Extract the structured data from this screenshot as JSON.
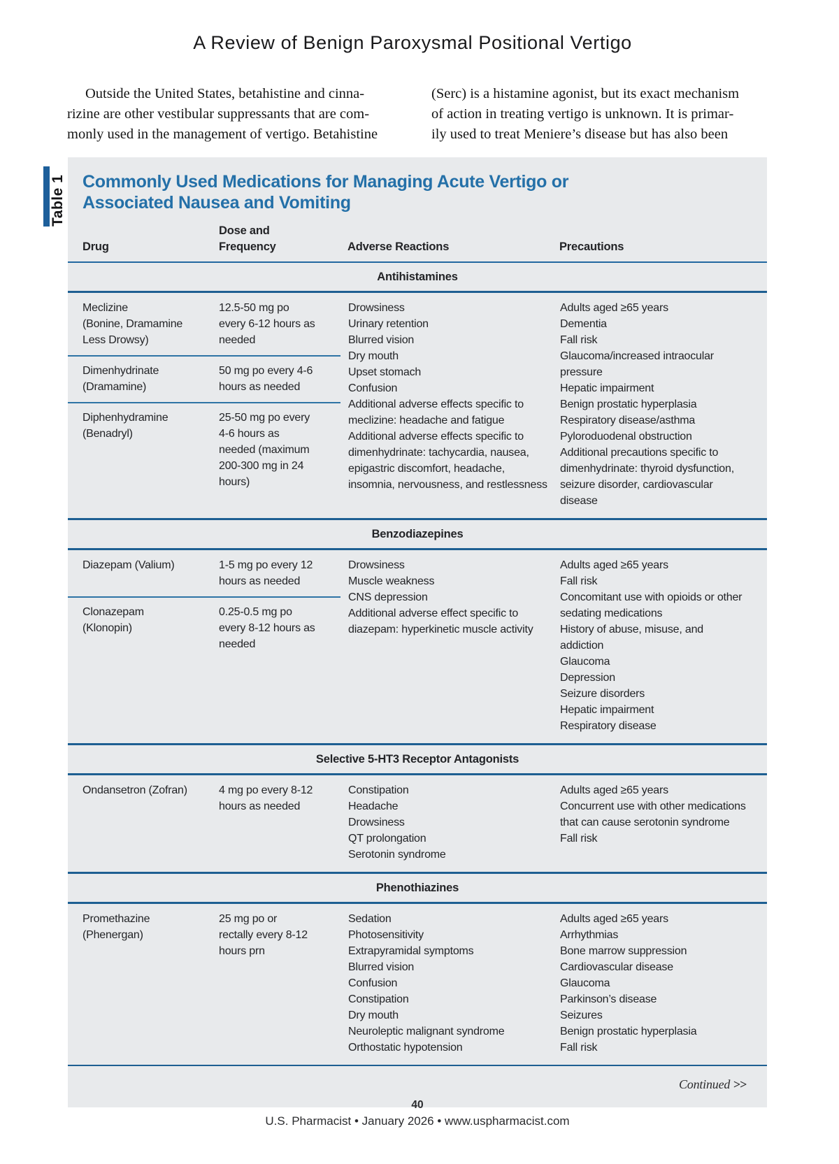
{
  "doc": {
    "title": "A Review of Benign Paroxysmal Positional Vertigo",
    "intro": {
      "left": [
        "Outside the United States, betahistine and cinna-",
        "rizine are other vestibular suppressants that are com-",
        "monly used in the management of vertigo. Betahistine"
      ],
      "right": [
        "(Serc) is a histamine agonist, but its exact mechanism",
        "of action in treating vertigo is unknown. It is primar-",
        "ily used to treat Meniere’s disease but has also been"
      ]
    },
    "footer": {
      "page_number": "40",
      "credit": "U.S. Pharmacist • January 2026 • www.uspharmacist.com"
    }
  },
  "table": {
    "label": "Table 1",
    "title": "Commonly Used Medications for Managing Acute Vertigo or Associated Nausea and Vomiting",
    "columns": [
      "Drug",
      "Dose and Frequency",
      "Adverse Reactions",
      "Precautions"
    ],
    "continued": "Continued",
    "continued_arrows": ">>",
    "colors": {
      "table_background": "#e8eaec",
      "accent_blue": "#2470a8",
      "rule_blue": "#1e5f92"
    },
    "sections": [
      {
        "name": "Antihistamines",
        "drugs": [
          {
            "name_lines": [
              "Meclizine",
              "(Bonine, Dramamine",
              "Less Drowsy)"
            ],
            "dose_lines": [
              "12.5-50 mg po",
              "every 6-12 hours as",
              "needed"
            ]
          },
          {
            "name_lines": [
              "Dimenhydrinate",
              "(Dramamine)"
            ],
            "dose_lines": [
              "50 mg po every 4-6",
              "hours as needed"
            ]
          },
          {
            "name_lines": [
              "Diphenhydramine",
              "(Benadryl)"
            ],
            "dose_lines": [
              "25-50 mg po every",
              "4-6 hours as",
              "needed (maximum",
              "200-300 mg in 24",
              "hours)"
            ]
          }
        ],
        "adverse": [
          "Drowsiness",
          "Urinary retention",
          "Blurred vision",
          "Dry mouth",
          "Upset stomach",
          "Confusion",
          "Additional adverse effects specific to meclizine: headache and fatigue",
          "Additional adverse effects specific to dimenhydrinate: tachycardia, nausea, epigastric discomfort, headache, insomnia, nervousness, and restlessness"
        ],
        "precautions": [
          "Adults aged ≥65 years",
          "Dementia",
          "Fall risk",
          "Glaucoma/increased intraocular pressure",
          "Hepatic impairment",
          "Benign prostatic hyperplasia",
          "Respiratory disease/asthma",
          "Pyloroduodenal obstruction",
          "Additional precautions specific to dimenhydrinate: thyroid dysfunction, seizure disorder, cardiovascular disease"
        ]
      },
      {
        "name": "Benzodiazepines",
        "drugs": [
          {
            "name_lines": [
              "Diazepam (Valium)"
            ],
            "dose_lines": [
              "1-5 mg po every 12",
              "hours as needed"
            ]
          },
          {
            "name_lines": [
              "Clonazepam",
              "(Klonopin)"
            ],
            "dose_lines": [
              "0.25-0.5 mg po",
              "every 8-12 hours as",
              "needed"
            ]
          }
        ],
        "adverse": [
          "Drowsiness",
          "Muscle weakness",
          "CNS depression",
          "Additional adverse effect specific to diazepam: hyperkinetic muscle activity"
        ],
        "precautions": [
          "Adults aged ≥65 years",
          "Fall risk",
          "Concomitant use with opioids or other sedating medications",
          "History of abuse, misuse, and addiction",
          "Glaucoma",
          "Depression",
          "Seizure disorders",
          "Hepatic impairment",
          "Respiratory disease"
        ]
      },
      {
        "name": "Selective 5-HT3 Receptor Antagonists",
        "drugs": [
          {
            "name_lines": [
              "Ondansetron (Zofran)"
            ],
            "dose_lines": [
              "4 mg po every 8-12",
              "hours as needed"
            ]
          }
        ],
        "adverse": [
          "Constipation",
          "Headache",
          "Drowsiness",
          "QT prolongation",
          "Serotonin syndrome"
        ],
        "precautions": [
          "Adults aged ≥65 years",
          "Concurrent use with other medications that can cause serotonin syndrome",
          "Fall risk"
        ]
      },
      {
        "name": "Phenothiazines",
        "drugs": [
          {
            "name_lines": [
              "Promethazine",
              "(Phenergan)"
            ],
            "dose_lines": [
              "25 mg po or",
              "rectally every 8-12",
              "hours prn"
            ]
          }
        ],
        "adverse": [
          "Sedation",
          "Photosensitivity",
          "Extrapyramidal symptoms",
          "Blurred vision",
          "Confusion",
          "Constipation",
          "Dry mouth",
          "Neuroleptic malignant syndrome",
          "Orthostatic hypotension"
        ],
        "precautions": [
          "Adults aged ≥65 years",
          "Arrhythmias",
          "Bone marrow suppression",
          "Cardiovascular disease",
          "Glaucoma",
          "Parkinson’s disease",
          "Seizures",
          "Benign prostatic hyperplasia",
          "Fall risk"
        ]
      }
    ]
  }
}
